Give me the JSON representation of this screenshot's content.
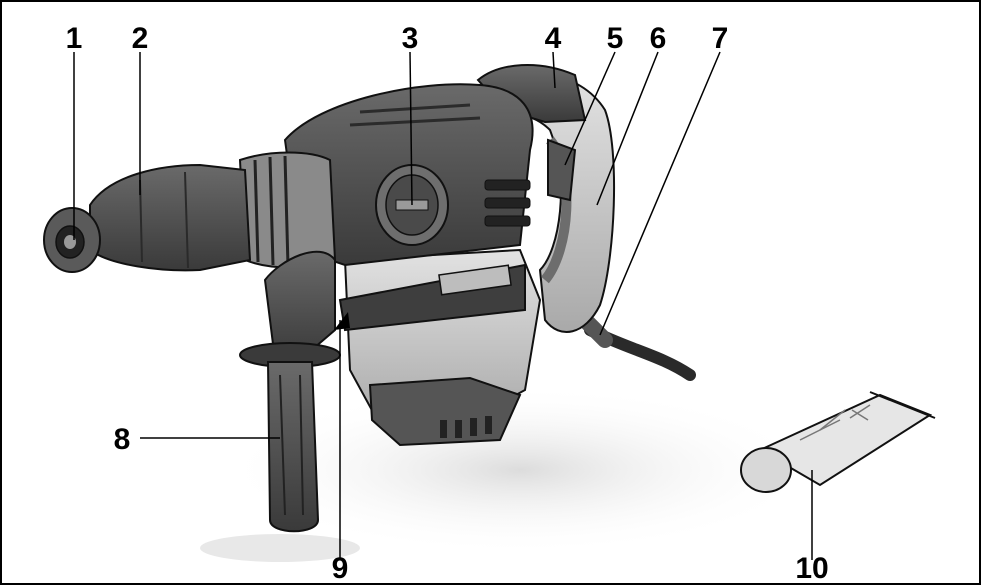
{
  "callouts": [
    {
      "id": "c1",
      "label": "1"
    },
    {
      "id": "c2",
      "label": "2"
    },
    {
      "id": "c3",
      "label": "3"
    },
    {
      "id": "c4",
      "label": "4"
    },
    {
      "id": "c5",
      "label": "5"
    },
    {
      "id": "c6",
      "label": "6"
    },
    {
      "id": "c7",
      "label": "7"
    },
    {
      "id": "c8",
      "label": "8"
    },
    {
      "id": "c9",
      "label": "9"
    },
    {
      "id": "c10",
      "label": "10"
    }
  ],
  "colors": {
    "outline": "#111111",
    "body_dark": "#4a4a4a",
    "body_mid": "#7c7c7c",
    "body_light": "#c9c9c9",
    "shadow": "#e4e4e4"
  }
}
